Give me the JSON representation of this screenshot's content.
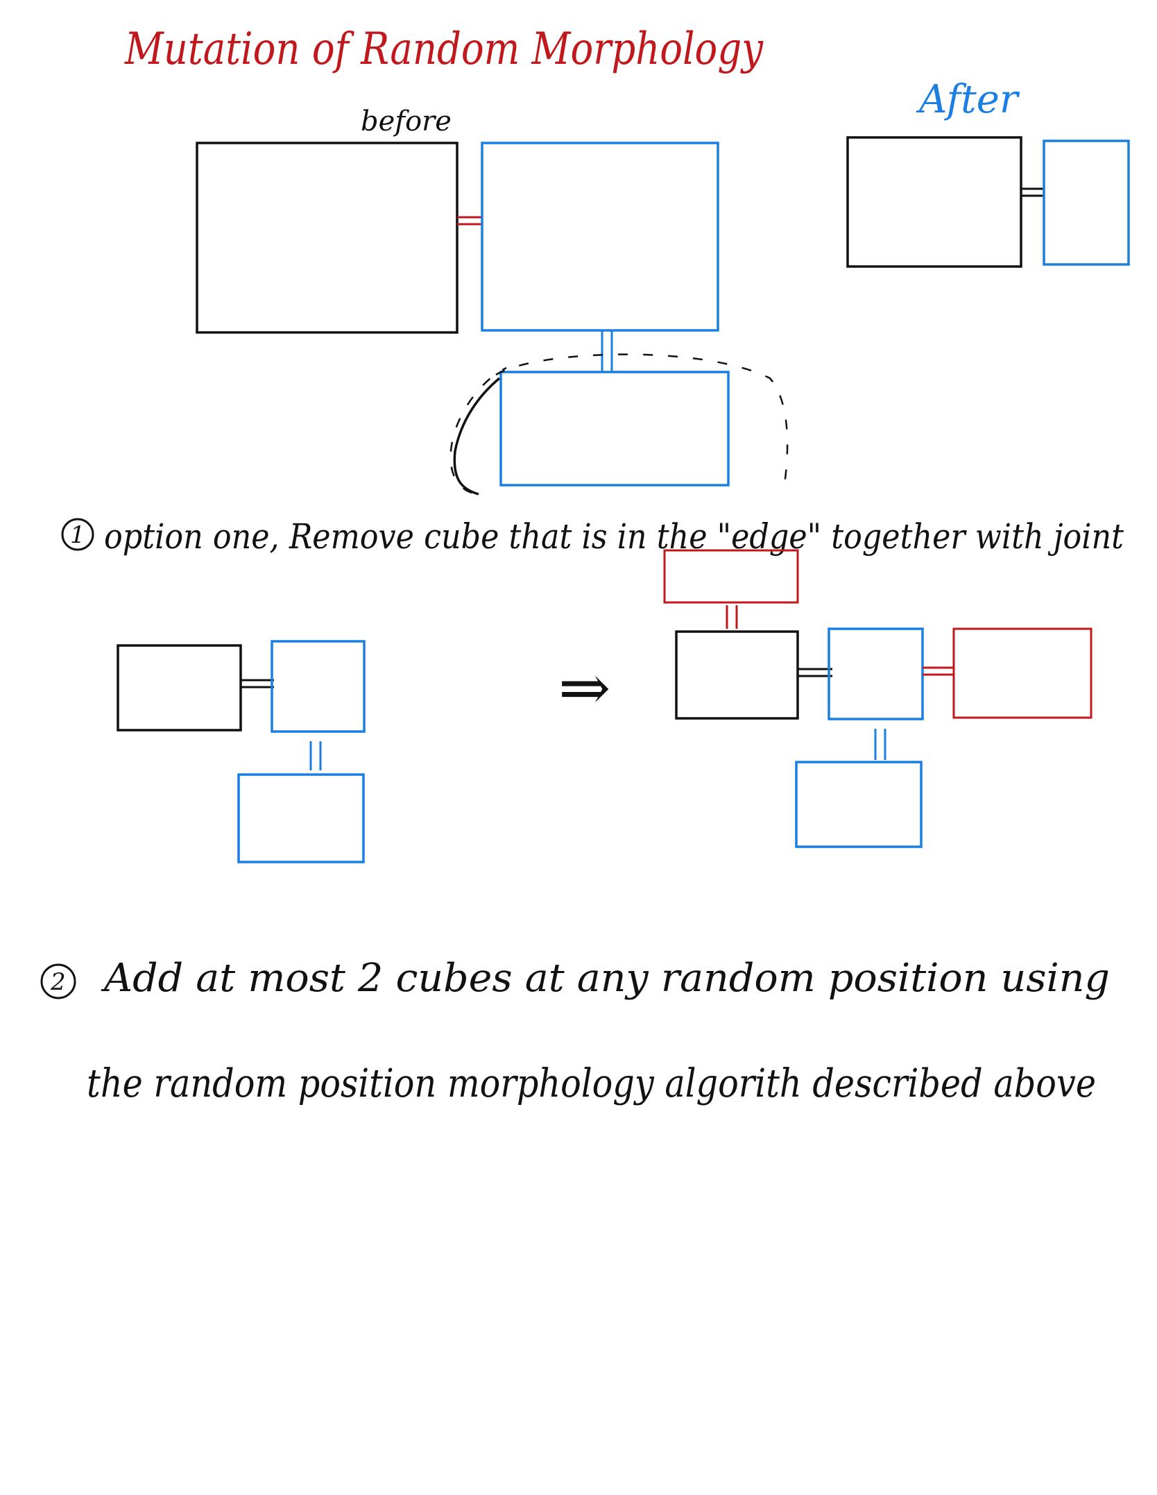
{
  "title": "Mutation of Random Morphology",
  "labels": {
    "before": "before",
    "after": "After"
  },
  "option_one": {
    "number": "1",
    "text": "option one, Remove cube that is in the \"edge\" together with joint"
  },
  "option_two": {
    "number": "2",
    "line1": "Add at most 2 cubes at any random position using",
    "line2": "the random position morphology algorith described above"
  },
  "arrow": "⇒",
  "colors": {
    "title": "#c0181c",
    "existing_cube": "#111111",
    "moved_cube": "#1a7fe0",
    "added_cube": "#c0181c"
  }
}
